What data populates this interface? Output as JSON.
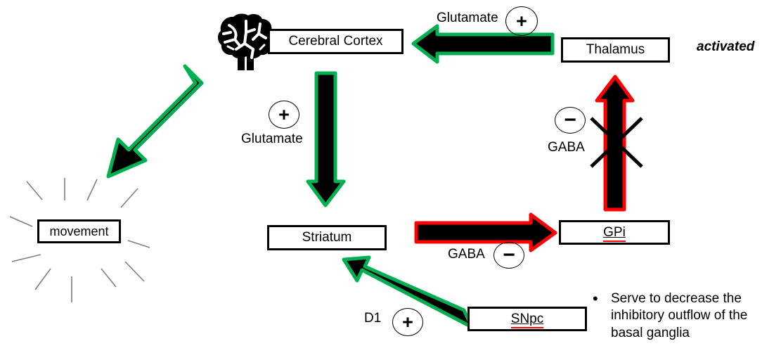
{
  "diagram": {
    "title_note": "activated",
    "nodes": [
      {
        "id": "cerebral_cortex",
        "label": "Cerebral Cortex"
      },
      {
        "id": "thalamus",
        "label": "Thalamus"
      },
      {
        "id": "striatum",
        "label": "Striatum"
      },
      {
        "id": "gpi",
        "label": "GPi"
      },
      {
        "id": "snpc",
        "label": "SNpc"
      },
      {
        "id": "movement",
        "label": "movement"
      }
    ],
    "edge_labels": {
      "thalamus_to_cortex": {
        "neurotransmitter": "Glutamate",
        "sign": "+"
      },
      "cortex_to_striatum": {
        "neurotransmitter": "Glutamate",
        "sign": "+"
      },
      "striatum_to_gpi": {
        "neurotransmitter": "GABA",
        "sign": "−"
      },
      "gpi_to_thalamus": {
        "neurotransmitter": "GABA",
        "sign": "−"
      },
      "snpc_to_striatum": {
        "receptor": "D1",
        "sign": "+"
      }
    },
    "bullets": [
      {
        "marker": "•",
        "text": "Serve to decrease the inhibitory outflow of the basal ganglia"
      }
    ],
    "colors": {
      "excitatory_green": "#00B050",
      "inhibitory_red": "#FF0000",
      "arrow_fill": "#000000",
      "sunburst_gray": "#7F7F7F",
      "spellcheck_red": "#FF0000"
    },
    "icons": {
      "brain": "brain-icon"
    }
  }
}
